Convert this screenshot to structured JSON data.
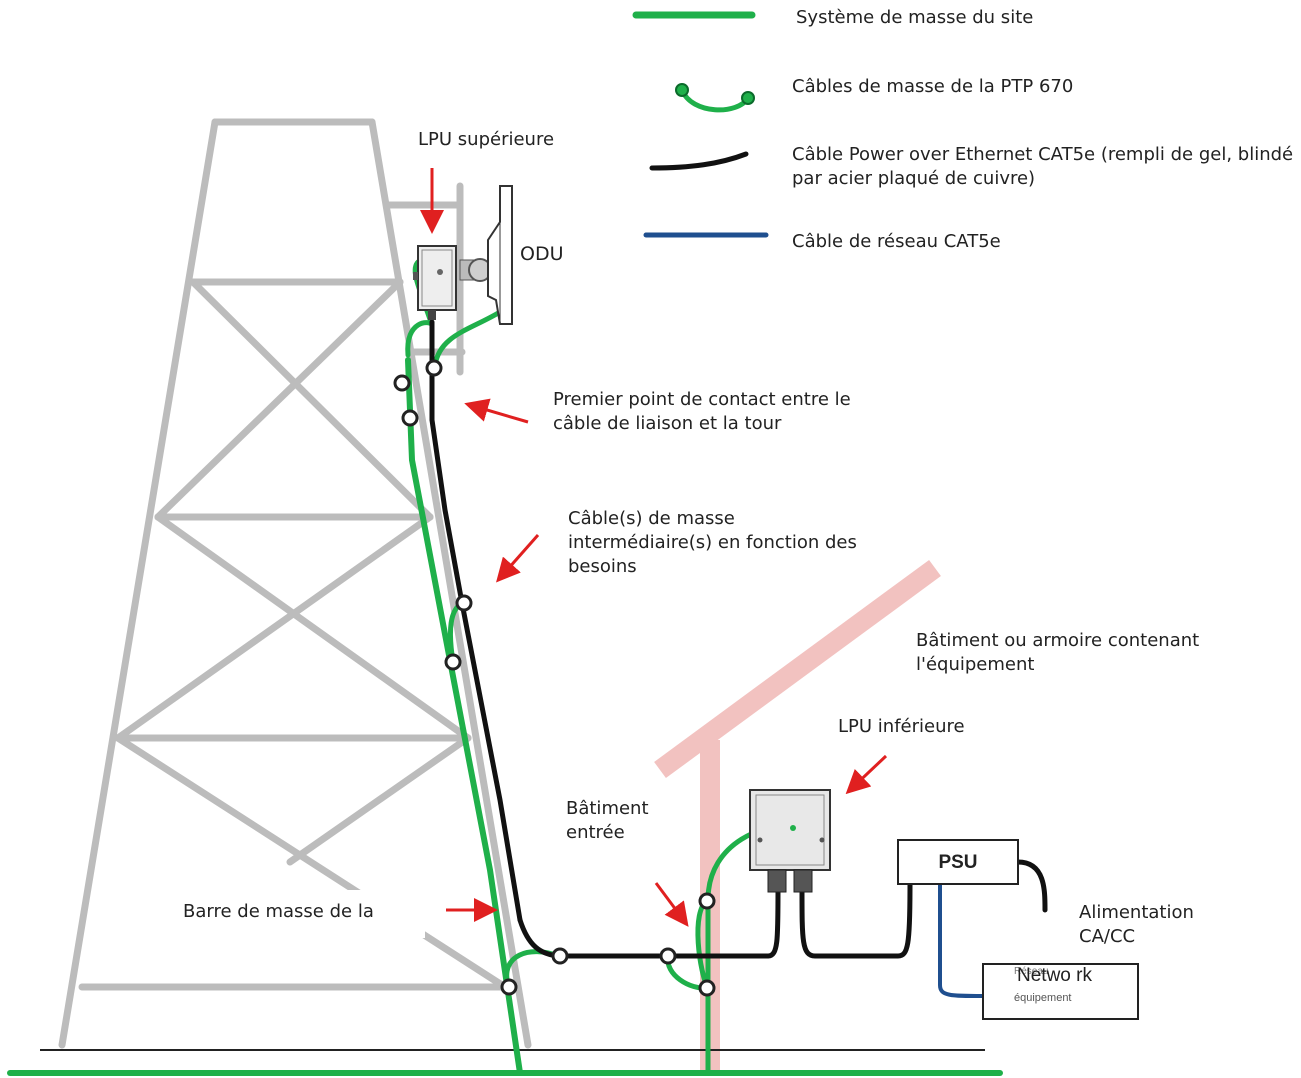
{
  "legend": {
    "site_ground": "Système de masse du site",
    "ptp_ground_cables": "Câbles de masse de la PTP 670",
    "poe_cable": "Câble Power over Ethernet CAT5e (rempli de gel, blindé par acier plaqué de cuivre)",
    "network_cable": "Câble de réseau CAT5e"
  },
  "labels": {
    "lpu_top": "LPU supérieure",
    "odu": "ODU",
    "first_contact": "Premier point de contact entre le câble de liaison et la tour",
    "intermediate": "Câble(s) de masse intermédiaire(s) en fonction des besoins",
    "building": "Bâtiment ou armoire contenant l'équipement",
    "lpu_bottom": "LPU inférieure",
    "building_entry": "Bâtiment entrée",
    "ground_bar": "Barre de masse de la",
    "power_supply": "Alimentation CA/CC",
    "psu": "PSU",
    "network_main": "Netwo rk",
    "network_overlay": "Réseau",
    "network_sub": "équipement"
  },
  "colors": {
    "ground_green": "#1fb04a",
    "poe_black": "#111111",
    "network_blue": "#1f4f8f",
    "tower_gray": "#bcbcbc",
    "building_pink": "#f2c2c0",
    "arrow_red": "#e02020"
  }
}
